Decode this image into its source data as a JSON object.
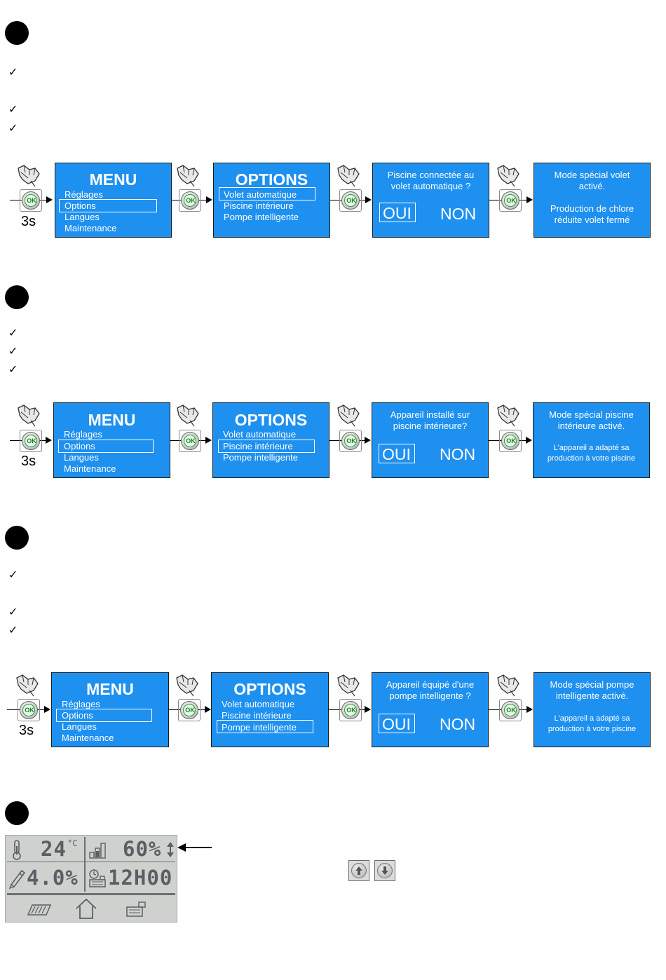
{
  "ok_label": "OK",
  "hold_time": "3s",
  "menu": {
    "title": "MENU",
    "items": [
      "Réglages",
      "Options",
      "Langues",
      "Maintenance"
    ]
  },
  "options": {
    "title": "OPTIONS",
    "items": [
      "Volet automatique",
      "Piscine intérieure",
      "Pompe intelligente"
    ]
  },
  "answer_yes": "OUI",
  "answer_no": "NON",
  "flows": [
    {
      "question": [
        "Piscine connectée au",
        "volet automatique ?"
      ],
      "result": [
        "Mode spécial volet",
        "activé.",
        "",
        "Production de chlore",
        "réduite volet fermé"
      ]
    },
    {
      "question": [
        "Appareil installé sur",
        "piscine intérieure?"
      ],
      "result_title": [
        "Mode spécial piscine",
        "intérieure activé."
      ],
      "result_detail": [
        "L'appareil a adapté sa",
        "production à votre piscine"
      ]
    },
    {
      "question": [
        "Appareil équipé d'une",
        "pompe intelligente ?"
      ],
      "result_title": [
        "Mode spécial pompe",
        "intelligente activé."
      ],
      "result_detail": [
        "L'appareil a adapté sa",
        "production à votre piscine"
      ]
    }
  ],
  "lcd": {
    "temperature": "24",
    "temperature_unit": "°C",
    "production": "60%",
    "salt": "4.0%",
    "time": "12H00"
  }
}
